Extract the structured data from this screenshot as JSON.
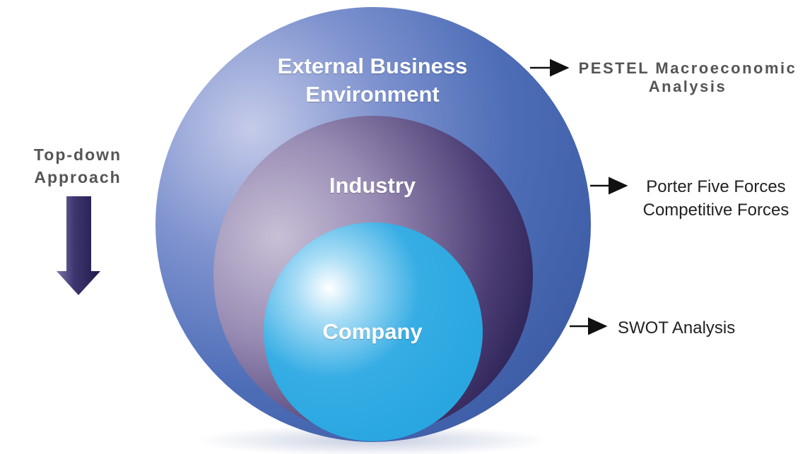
{
  "circles": {
    "outer_label": "External Business\nEnvironment",
    "middle_label": "Industry",
    "inner_label": "Company"
  },
  "side": {
    "approach_label": "Top-down\nApproach",
    "pestel_label": "PESTEL Macroeconomic\nAnalysis",
    "porter_label": "Porter Five Forces\nCompetitive Forces",
    "swot_label": "SWOT Analysis"
  },
  "colors": {
    "outer_circle": "#4a6cb4",
    "middle_circle": "#56467c",
    "inner_circle": "#2aaae2",
    "down_arrow": "#2e2a5c",
    "pointer_arrows": "#111111",
    "side_text_bold": "#555555",
    "side_text": "#222222"
  },
  "icons": {
    "down_arrow": "down-arrow-icon",
    "pointer_arrow": "right-arrow-icon"
  }
}
